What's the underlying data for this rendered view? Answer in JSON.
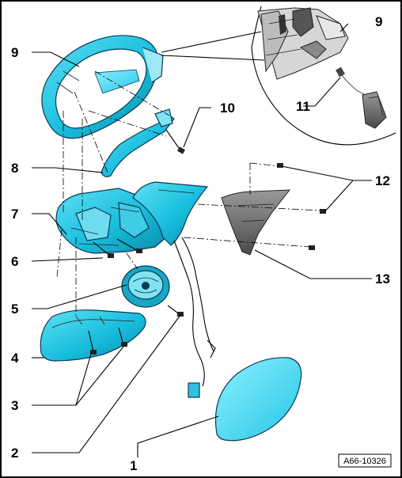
{
  "callouts": {
    "n1": "1",
    "n2": "2",
    "n3": "3",
    "n4": "4",
    "n5": "5",
    "n6": "6",
    "n7": "7",
    "n8": "8",
    "n9": "9",
    "n10": "10",
    "n11": "11",
    "n12": "12",
    "n13": "13"
  },
  "figure_ref": "A66-10326",
  "colors": {
    "part_cyan": "#18bedd",
    "glass_cyan": "#8ff0ff",
    "plate_grey": "#7a7a7a",
    "line": "#000000"
  }
}
